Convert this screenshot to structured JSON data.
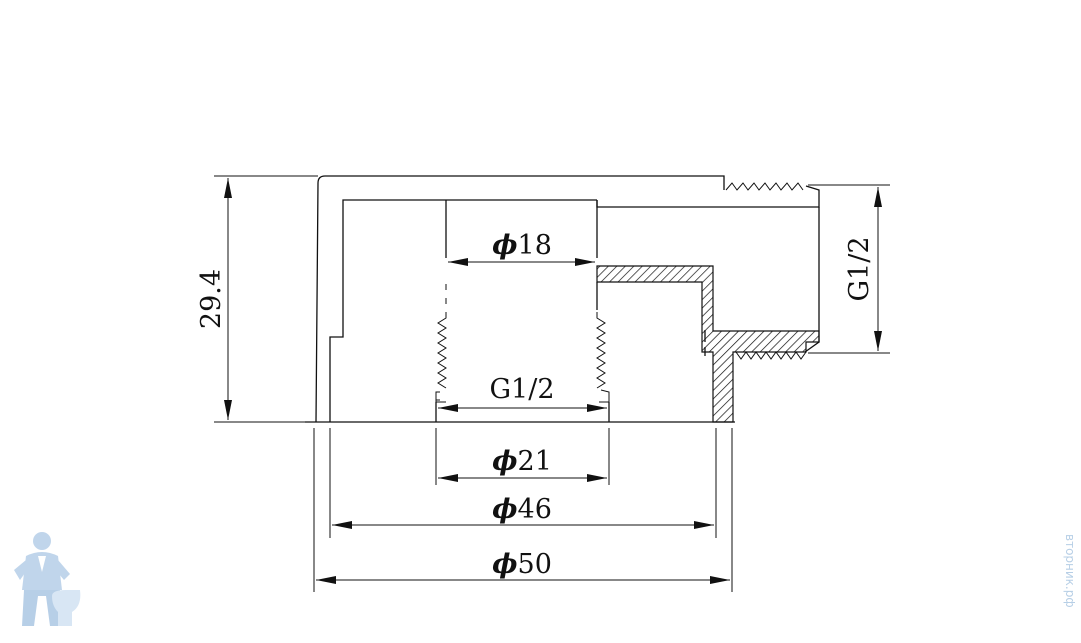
{
  "dimensions": {
    "height": "29.4",
    "phi_inner_top": "18",
    "thread_inner": "G1/2",
    "phi_21": "21",
    "phi_46": "46",
    "phi_50": "50",
    "thread_side": "G1/2",
    "phi_symbol": "ϕ"
  },
  "watermark": {
    "text": "вторник.рф"
  },
  "colors": {
    "line": "#111111",
    "watermark": "#b7cfe6",
    "background": "#ffffff"
  }
}
